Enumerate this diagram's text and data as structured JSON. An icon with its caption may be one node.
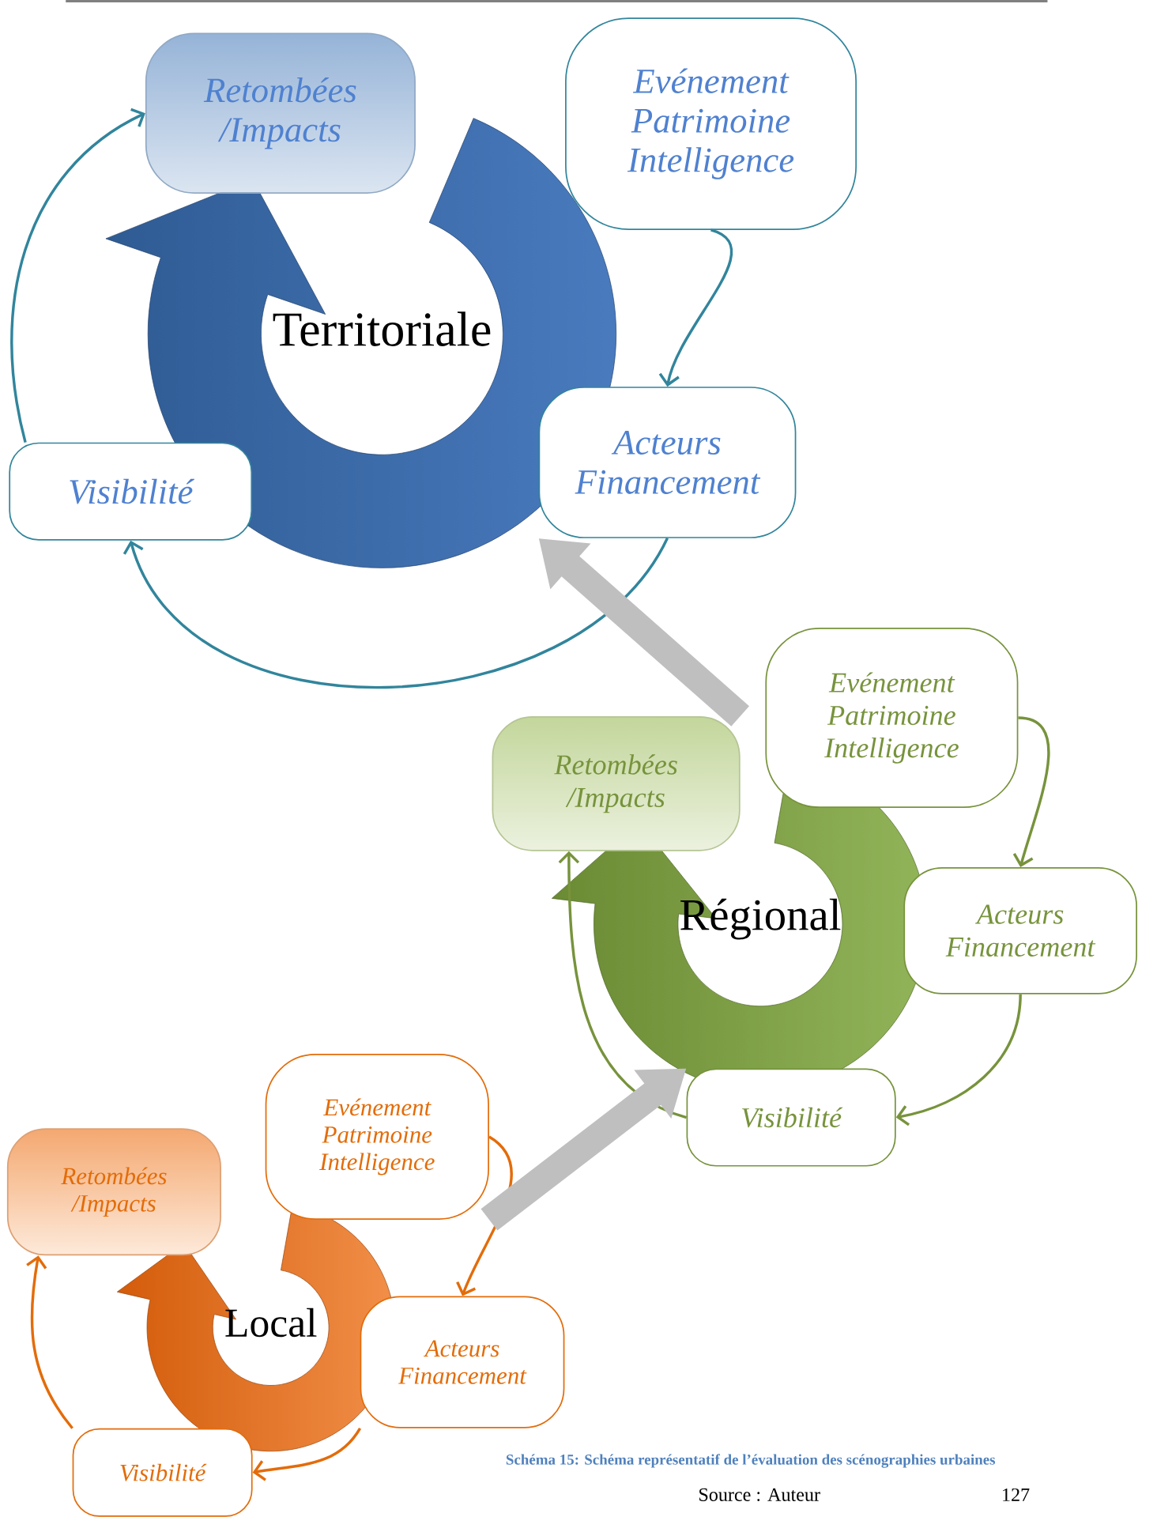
{
  "diagram": {
    "caption": "Schéma 15: Schéma représentatif de l’évaluation des scénographies urbaines",
    "nodes": [
      {
        "text": [
          "Territoriale"
        ]
      },
      {
        "text": [
          "Retombées /Impacts"
        ]
      },
      {
        "text": [
          "Evénement Patrimoine Intelligence"
        ]
      },
      {
        "text": [
          "Acteurs Financement"
        ]
      },
      {
        "text": [
          "Visibilité"
        ]
      },
      {
        "text": [
          "Régional"
        ]
      },
      {
        "text": [
          "Retombées /Impacts"
        ]
      },
      {
        "text": [
          "Evénement Patrimoine Intelligence"
        ]
      },
      {
        "text": [
          "Acteurs Financement"
        ]
      },
      {
        "text": [
          "Visibilité"
        ]
      },
      {
        "text": [
          "Local"
        ]
      },
      {
        "text": [
          "Retombées /Impacts"
        ]
      },
      {
        "text": [
          "Evénement Patrimoine Intelligence"
        ]
      },
      {
        "text": [
          "Acteurs Financement"
        ]
      },
      {
        "text": [
          "Visibilité"
        ]
      }
    ],
    "edges": [
      {
        "from": 2,
        "to": 3,
        "arrow": "to",
        "color": "#31859c"
      },
      {
        "from": 3,
        "to": 4,
        "arrow": "to",
        "color": "#31859c"
      },
      {
        "from": 4,
        "to": 1,
        "arrow": "to",
        "color": "#31859c"
      },
      {
        "from": 7,
        "to": 8,
        "arrow": "to",
        "color": "#77933c"
      },
      {
        "from": 8,
        "to": 9,
        "arrow": "to",
        "color": "#77933c"
      },
      {
        "from": 9,
        "to": 6,
        "arrow": "to",
        "color": "#77933c"
      },
      {
        "from": 12,
        "to": 13,
        "arrow": "to",
        "color": "#e36c0a"
      },
      {
        "from": 13,
        "to": 14,
        "arrow": "to",
        "color": "#e36c0a"
      },
      {
        "from": 14,
        "to": 11,
        "arrow": "to",
        "color": "#e36c0a"
      },
      {
        "from": 6,
        "to": 3,
        "arrow": "to",
        "style": "thick",
        "color": "#bfbfbf"
      },
      {
        "from": 12,
        "to": 9,
        "arrow": "to",
        "style": "thick",
        "color": "#bfbfbf"
      }
    ],
    "labels": [
      "Source : Auteur",
      "127"
    ]
  }
}
